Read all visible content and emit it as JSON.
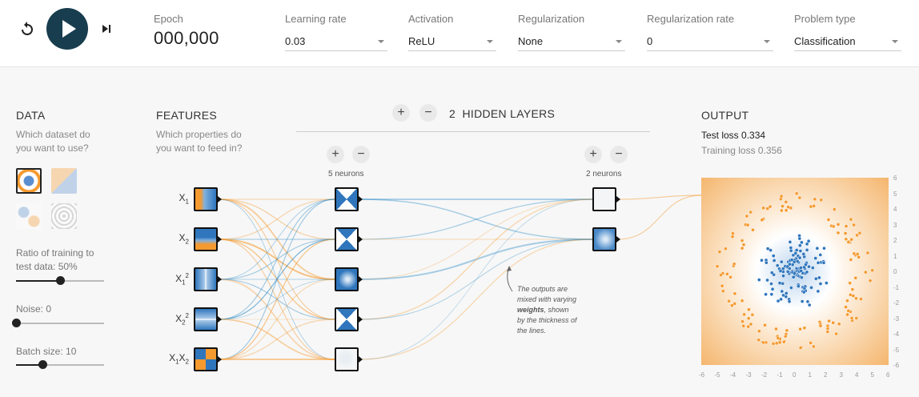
{
  "controls": {
    "epoch_label": "Epoch",
    "epoch_value": "000,000",
    "learning_rate": {
      "label": "Learning rate",
      "value": "0.03"
    },
    "activation": {
      "label": "Activation",
      "value": "ReLU"
    },
    "regularization": {
      "label": "Regularization",
      "value": "None"
    },
    "regularization_rate": {
      "label": "Regularization rate",
      "value": "0"
    },
    "problem_type": {
      "label": "Problem type",
      "value": "Classification"
    }
  },
  "data_panel": {
    "title": "DATA",
    "subtitle_line1": "Which dataset do",
    "subtitle_line2": "you want to use?",
    "ratio_label_line1": "Ratio of training to",
    "ratio_label_line2": "test data:  50%",
    "ratio_value": 0.5,
    "noise_label": "Noise:  0",
    "noise_value": 0,
    "batch_label": "Batch size:  10",
    "batch_value": 0.3
  },
  "features_panel": {
    "title": "FEATURES",
    "subtitle_line1": "Which properties do",
    "subtitle_line2": "you want to feed in?",
    "features": [
      {
        "base": "X",
        "sub": "1",
        "sup": ""
      },
      {
        "base": "X",
        "sub": "2",
        "sup": ""
      },
      {
        "base": "X",
        "sub": "1",
        "sup": "2"
      },
      {
        "base": "X",
        "sub": "2",
        "sup": "2"
      },
      {
        "base": "X",
        "sub": "1",
        "base2": "X",
        "sub2": "2"
      }
    ]
  },
  "network": {
    "hidden_count": "2",
    "hidden_title": "HIDDEN LAYERS",
    "layer1_neurons": "5 neurons",
    "layer2_neurons": "2 neurons",
    "plus": "+",
    "minus": "−"
  },
  "annotation": {
    "line1": "The outputs are",
    "line2": "mixed with varying",
    "line3_bold": "weights",
    "line3_rest": ", shown",
    "line4": "by the thickness of",
    "line5": "the lines."
  },
  "output": {
    "title": "OUTPUT",
    "test_loss": "Test loss 0.334",
    "training_loss": "Training loss 0.356",
    "y_ticks": [
      "6",
      "5",
      "4",
      "3",
      "2",
      "1",
      "0",
      "-1",
      "-2",
      "-3",
      "-4",
      "-5",
      "-6"
    ],
    "x_ticks": [
      "-6",
      "-5",
      "-4",
      "-3",
      "-2",
      "-1",
      "0",
      "1",
      "2",
      "3",
      "4",
      "5",
      "6"
    ]
  },
  "colors": {
    "orange": "#f59a2f",
    "blue": "#0877bd",
    "play_bg": "#183d4e"
  }
}
